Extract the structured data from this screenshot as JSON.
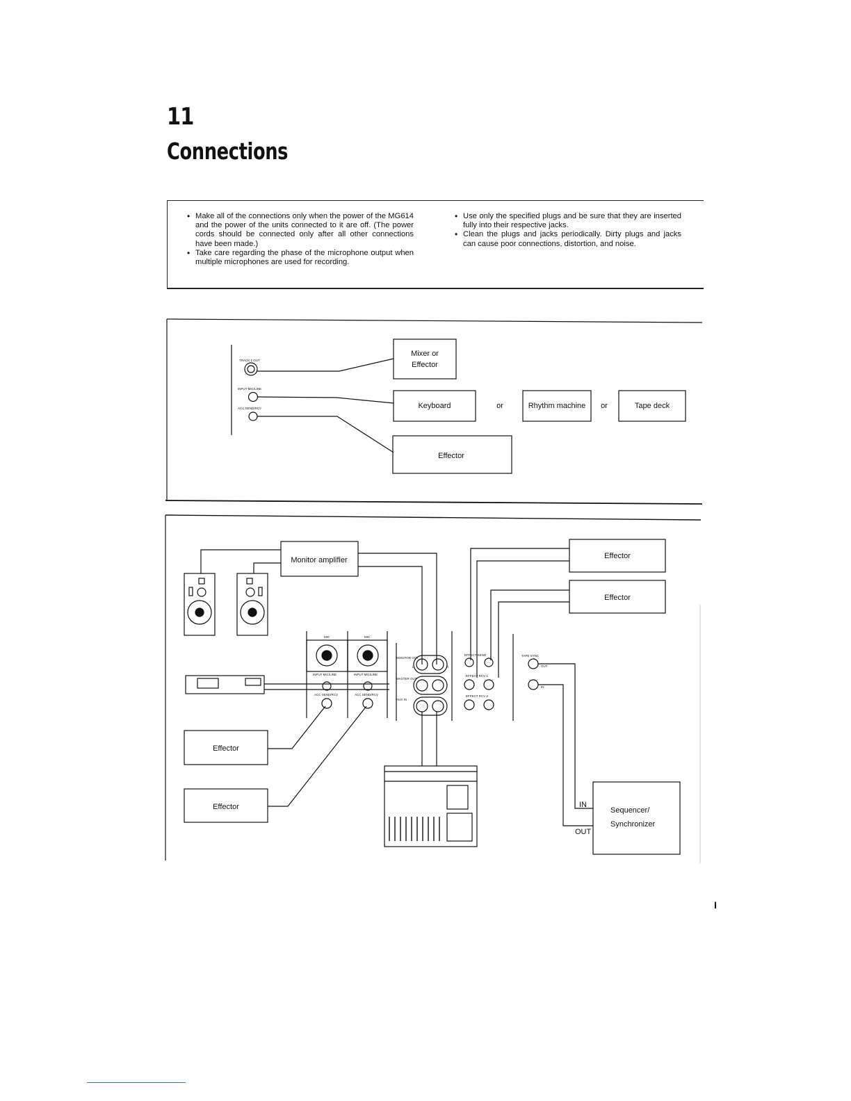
{
  "section": {
    "number": "11",
    "title": "Connections"
  },
  "notes": {
    "left": [
      "Make all of the connections only when the power of the MG614 and the power of the units connected to it are off. (The power cords should be connected only after all other connections have been made.)",
      "Take care regarding the phase of the microphone output when multiple microphones are used for recording."
    ],
    "right": [
      "Use only the specified plugs and be sure that they are inserted fully into their respective jacks.",
      "Clean the plugs and jacks periodically. Dirty plugs and jacks can cause poor connections, distortion, and noise."
    ]
  },
  "diagram1": {
    "jacks": {
      "track_out": "TRACK 1 OUT",
      "input": "INPUT MIC/LINE",
      "acc": "ACC SEND/RCV"
    },
    "boxes": {
      "mixer_line1": "Mixer or",
      "mixer_line2": "Effector",
      "keyboard": "Keyboard",
      "rhythm": "Rhythm machine",
      "tape": "Tape deck",
      "effector": "Effector"
    },
    "or1": "or",
    "or2": "or"
  },
  "diagram2": {
    "monitor_amp": "Monitor amplifier",
    "effector_top1": "Effector",
    "effector_top2": "Effector",
    "effector_left1": "Effector",
    "effector_left2": "Effector",
    "seq_line1": "Sequencer/",
    "seq_line2": "Synchronizer",
    "in_label": "IN",
    "out_label": "OUT",
    "panel": {
      "mic": "MIC",
      "input": "INPUT MIC/LINE",
      "acc": "ACC SEND/RCV",
      "monitor_out": "MONITOR OUT",
      "master_out": "MASTER OUT",
      "aux_in": "AUX IN",
      "effect_send": "EFFECT SEND",
      "effect_rcv1": "EFFECT RCV 1",
      "effect_rcv2": "EFFECT RCV 2",
      "tape_sync": "TAPE SYNC",
      "out": "OUT",
      "in": "IN",
      "l": "L",
      "r": "R"
    }
  },
  "page_mark": "I"
}
